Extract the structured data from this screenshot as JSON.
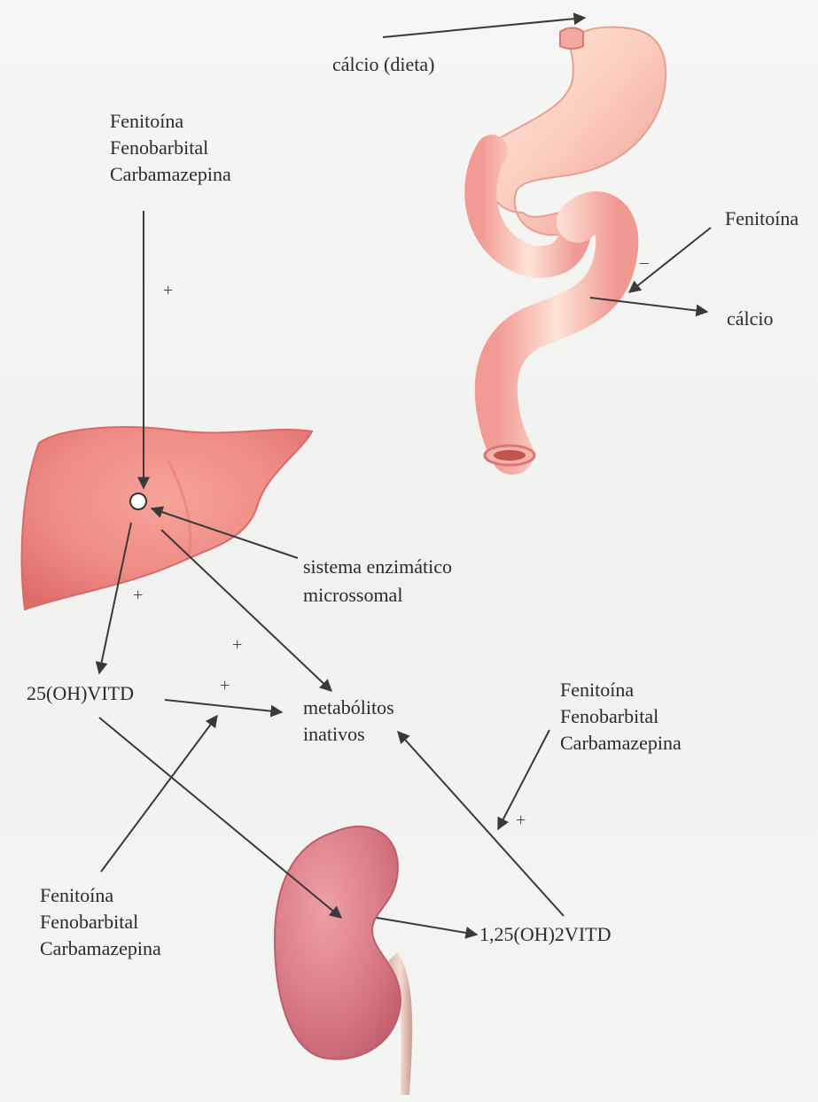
{
  "stomach_section": {
    "dietary_calcium_label": "cálcio (dieta)",
    "phenytoin_label": "Fenitoína",
    "inhibition_sign": "–",
    "calcium_label": "cálcio"
  },
  "liver_section": {
    "inducer_drugs": [
      "Fenitoína",
      "Fenobarbital",
      "Carbamazepina"
    ],
    "induction_sign": "+",
    "enzyme_system_label": [
      "sistema enzimático",
      "microssomal"
    ],
    "plus_signs": [
      "+",
      "+",
      "+"
    ]
  },
  "metabolism_section": {
    "vitd_25oh_label": "25(OH)VITD",
    "inactive_metabolites_label": [
      "metabólitos",
      "inativos"
    ]
  },
  "kidney_section": {
    "left_drugs": [
      "Fenitoína",
      "Fenobarbital",
      "Carbamazepina"
    ],
    "right_drugs": [
      "Fenitoína",
      "Fenobarbital",
      "Carbamazepina"
    ],
    "induction_sign": "+",
    "vitd_125oh2_label": "1,25(OH)2VITD"
  },
  "colors": {
    "organ_pink": "#ef9a98",
    "liver_red": "#e87878",
    "kidney_rose": "#d9727e",
    "arrow_gray": "#3a3a3a"
  }
}
